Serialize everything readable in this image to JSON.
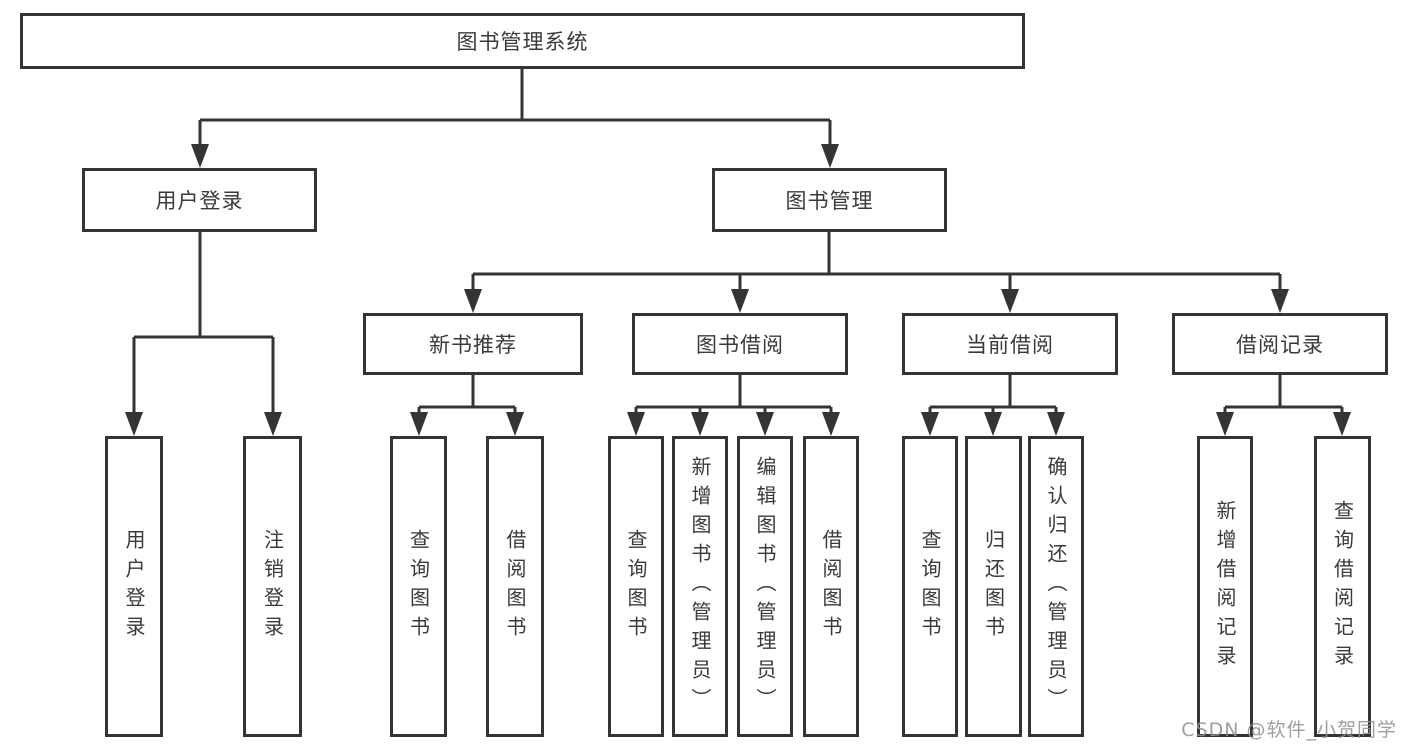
{
  "tree": {
    "root": {
      "label": "图书管理系统"
    },
    "branches": [
      {
        "label": "用户登录",
        "children": [
          {
            "label": "用户登录"
          },
          {
            "label": "注销登录"
          }
        ]
      },
      {
        "label": "图书管理",
        "children": [
          {
            "label": "新书推荐",
            "children": [
              {
                "label": "查询图书"
              },
              {
                "label": "借阅图书"
              }
            ]
          },
          {
            "label": "图书借阅",
            "children": [
              {
                "label": "查询图书"
              },
              {
                "label": "新增图书（管理员）"
              },
              {
                "label": "编辑图书（管理员）"
              },
              {
                "label": "借阅图书"
              }
            ]
          },
          {
            "label": "当前借阅",
            "children": [
              {
                "label": "查询图书"
              },
              {
                "label": "归还图书"
              },
              {
                "label": "确认归还（管理员）"
              }
            ]
          },
          {
            "label": "借阅记录",
            "children": [
              {
                "label": "新增借阅记录"
              },
              {
                "label": "查询借阅记录"
              }
            ]
          }
        ]
      }
    ]
  },
  "watermark": "CSDN @软件_小贺同学",
  "colors": {
    "line": "#343434",
    "box_border": "#343434",
    "text": "#3a3a3a",
    "watermark": "#8e9398",
    "background": "#ffffff"
  }
}
